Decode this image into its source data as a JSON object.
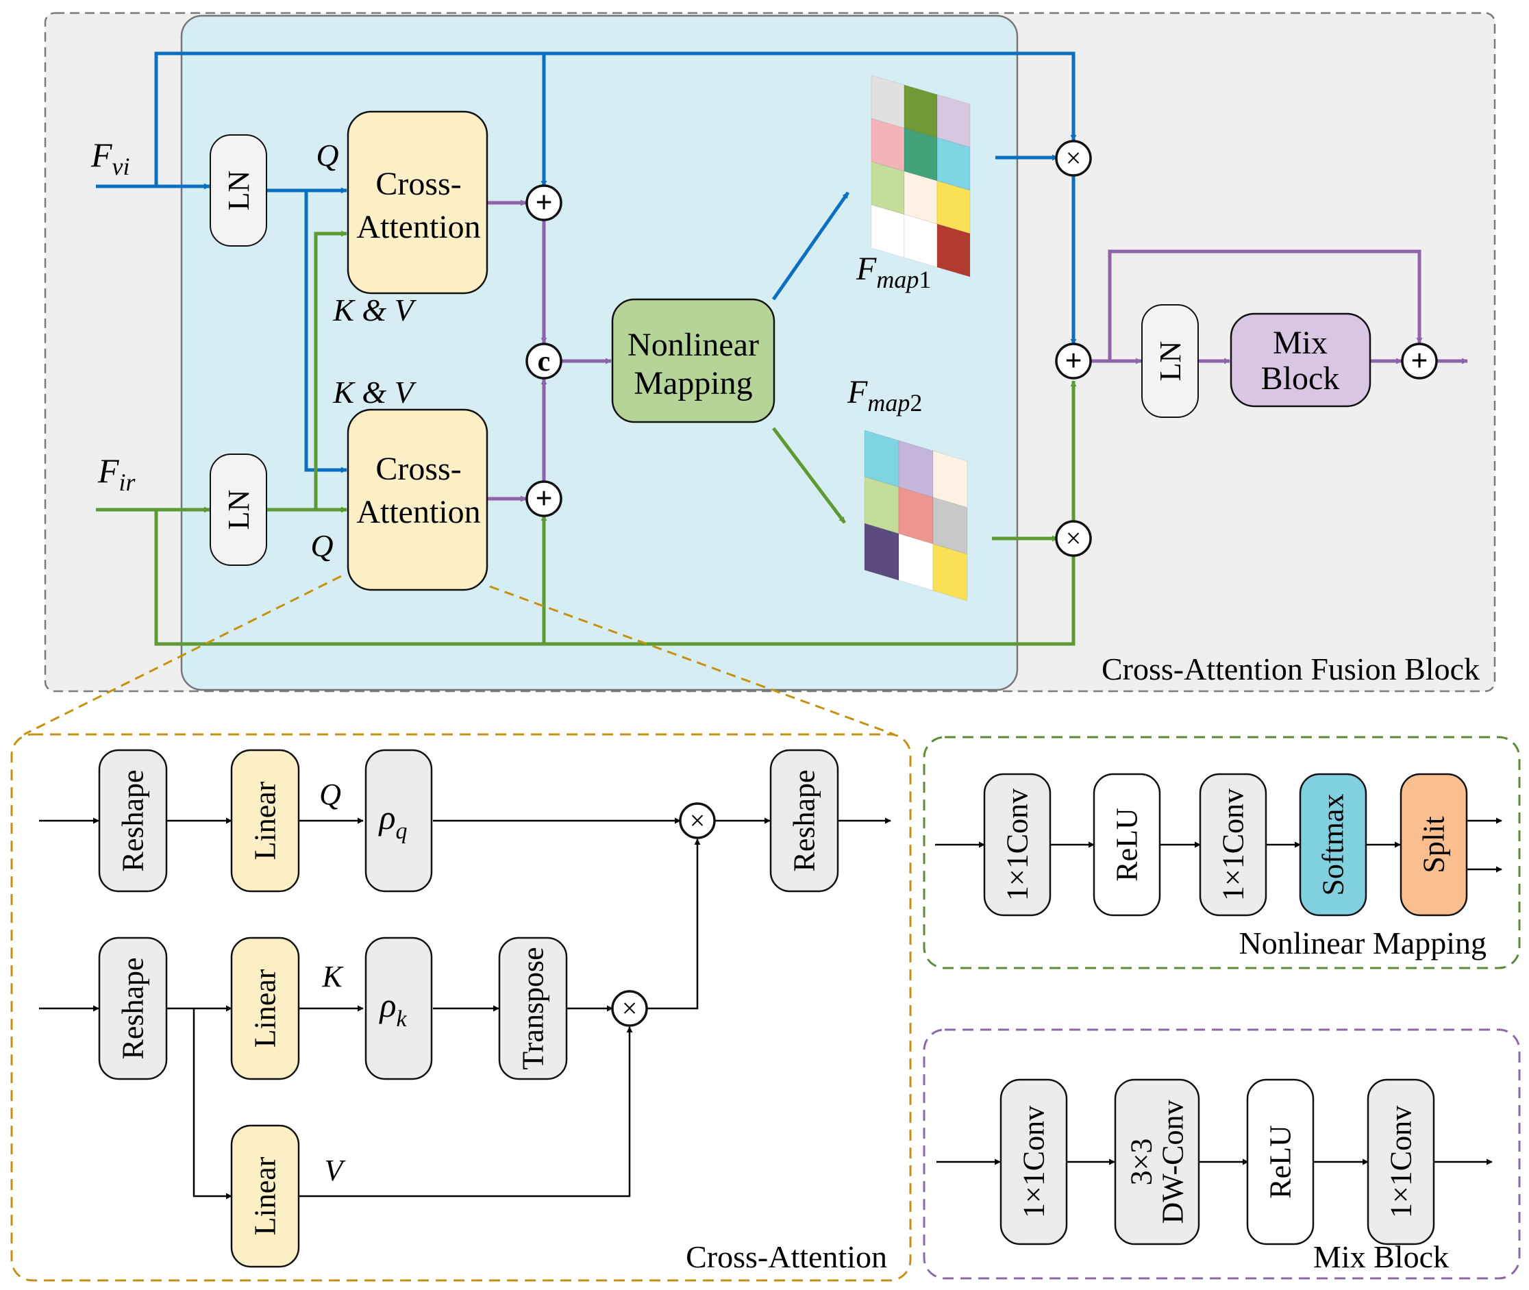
{
  "colors": {
    "blue": "#0b6fc2",
    "green": "#5c9a33",
    "purple": "#8e63aa",
    "black": "#000000",
    "gold_dash": "#c6910f",
    "green_dash": "#5e8a37",
    "purple_dash": "#8d68a8",
    "gray_dash": "#7a7a7a",
    "outer_bg": "#efefef",
    "inner_bg": "#d5edf3",
    "cross_attn_fill": "#fdf0c7",
    "nonlinear_fill": "#b4d597",
    "mix_fill": "#d9c6e2",
    "gray_block": "#ececec",
    "softmax_fill": "#81d0df",
    "split_fill": "#fbbe8e"
  },
  "fusion_block": {
    "title": "Cross-Attention Fusion Block",
    "inputs": {
      "vi": {
        "main": "F",
        "sub": "vi"
      },
      "ir": {
        "main": "F",
        "sub": "ir"
      }
    },
    "ln_label": "LN",
    "cross_attention_label": [
      "Cross-",
      "Attention"
    ],
    "q_label": "Q",
    "kv_label": "K & V",
    "concat_symbol": "c",
    "plus_symbol": "+",
    "times_symbol": "×",
    "nonlinear_label": [
      "Nonlinear",
      "Mapping"
    ],
    "map1": {
      "main": "F",
      "sub": "map",
      "num": "1"
    },
    "map2": {
      "main": "F",
      "sub": "map",
      "num": "2"
    },
    "mix_label": [
      "Mix",
      "Block"
    ],
    "map1_colors": [
      "#e0e0e0",
      "#6f9a36",
      "#d8c7e0",
      "#f2b4b8",
      "#44a27a",
      "#7fd4e3",
      "#c4dd9b",
      "#fdf1e4",
      "#f9e056",
      "#ffffff",
      "#ffffff",
      "#b33a2e"
    ],
    "map2_colors": [
      "#7fd4e3",
      "#c4b6d8",
      "#fdf1e4",
      "#c4dd9b",
      "#ee9590",
      "#c8c8c8",
      "#5b4b7e",
      "#ffffff",
      "#f9e056"
    ]
  },
  "cross_attention_detail": {
    "title": "Cross-Attention",
    "reshape": "Reshape",
    "linear": "Linear",
    "transpose": "Transpose",
    "rho_q": {
      "main": "ρ",
      "sub": "q"
    },
    "rho_k": {
      "main": "ρ",
      "sub": "k"
    },
    "q": "Q",
    "k": "K",
    "v": "V",
    "times_symbol": "×"
  },
  "nonlinear_detail": {
    "title": "Nonlinear Mapping",
    "blocks": [
      "1×1Conv",
      "ReLU",
      "1×1Conv",
      "Softmax",
      "Split"
    ]
  },
  "mix_detail": {
    "title": "Mix Block",
    "blocks": [
      [
        "1×1Conv"
      ],
      [
        "3×3",
        "DW-Conv"
      ],
      [
        "ReLU"
      ],
      [
        "1×1Conv"
      ]
    ]
  }
}
